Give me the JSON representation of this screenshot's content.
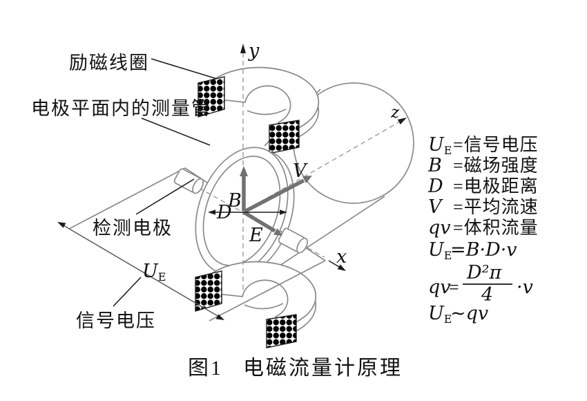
{
  "figure": {
    "caption_prefix": "图1",
    "caption_title": "电磁流量计原理"
  },
  "diagram": {
    "labels": {
      "excitation_coil": "励磁线圈",
      "measuring_tube": "电极平面内的测量管",
      "detection_electrode": "检测电极",
      "signal_voltage": "信号电压",
      "signal_symbol": "U",
      "signal_symbol_sub": "E"
    },
    "axes": {
      "x": "x",
      "y": "y",
      "z": "z"
    },
    "vectors": {
      "b": "B",
      "v": "V",
      "e": "E",
      "d": "D"
    }
  },
  "legend": {
    "definitions": [
      {
        "lhs": "U",
        "sub": "E",
        "rhs": "=信号电压"
      },
      {
        "lhs": "B",
        "sub": "",
        "rhs": "=磁场强度"
      },
      {
        "lhs": "D",
        "sub": "",
        "rhs": "=电极距离"
      },
      {
        "lhs": "V",
        "sub": "",
        "rhs": "=平均流速"
      },
      {
        "lhs": "qv",
        "sub": "",
        "rhs": "=体积流量"
      }
    ],
    "formulas": {
      "f1": {
        "lhs": "U",
        "sub": "E",
        "rhs": "=B·D·v"
      },
      "f2": {
        "lhs": "qv",
        "eq": "=",
        "numerator": "D²π",
        "denominator": "4",
        "rhs": "·v"
      },
      "f3": {
        "lhs": "U",
        "sub": "E",
        "rhs": "~qv"
      }
    }
  },
  "colors": {
    "line": "#8a8a8a",
    "vector": "#717171",
    "text": "#121212",
    "background": "#ffffff"
  }
}
